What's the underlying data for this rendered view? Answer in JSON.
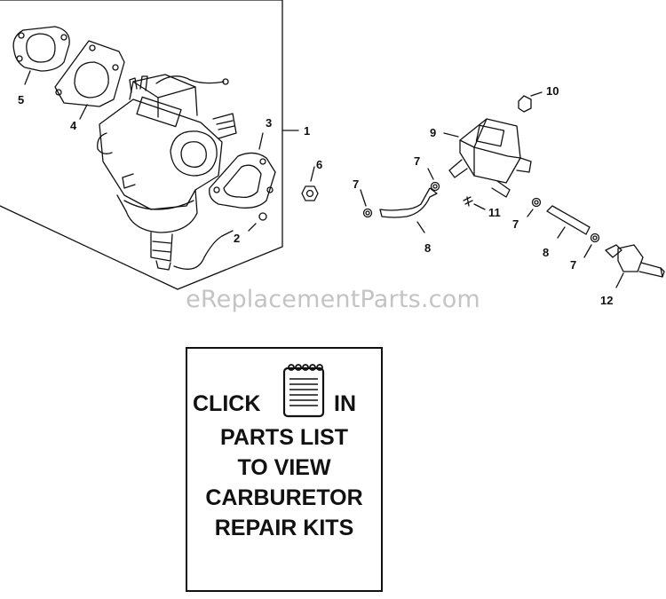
{
  "watermark": "eReplacementParts.com",
  "callouts": [
    "1",
    "2",
    "3",
    "4",
    "5",
    "6",
    "7",
    "7",
    "7",
    "7",
    "8",
    "8",
    "9",
    "10",
    "11",
    "12"
  ],
  "notice": {
    "click": "CLICK",
    "in": "IN",
    "line2": "PARTS LIST",
    "line3": "TO VIEW",
    "line4": "CARBURETOR",
    "line5": "REPAIR KITS"
  },
  "icons": {
    "parts_list": "notepad-icon"
  }
}
